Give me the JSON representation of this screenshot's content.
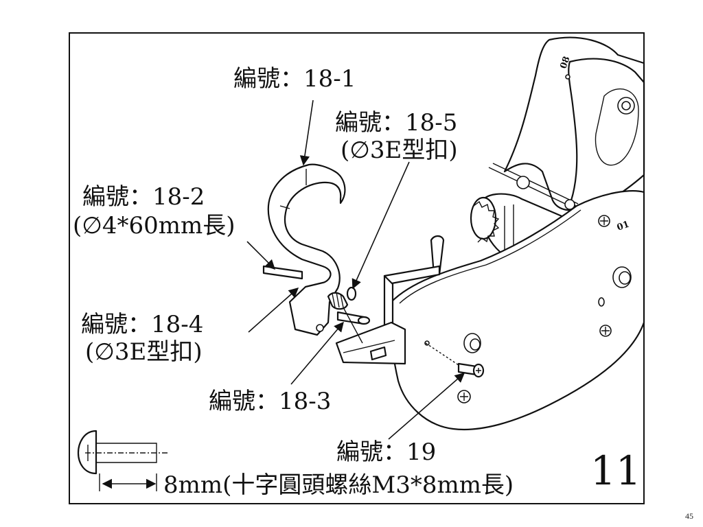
{
  "labels": {
    "p18_1": "編號：18-1",
    "p18_5": "編號：18-5",
    "p18_5_sub": "(∅3E型扣)",
    "p18_2": "編號：18-2",
    "p18_2_sub": "(∅4*60mm長)",
    "p18_4": "編號：18-4",
    "p18_4_sub": "(∅3E型扣)",
    "p18_3": "編號：18-3",
    "p19": "編號：19",
    "screw_spec": "8mm(十字圓頭螺絲M3*8mm長)"
  },
  "step_number": "11",
  "page_number": "45",
  "part_marks": {
    "mark_08": "08",
    "mark_01": "01"
  }
}
